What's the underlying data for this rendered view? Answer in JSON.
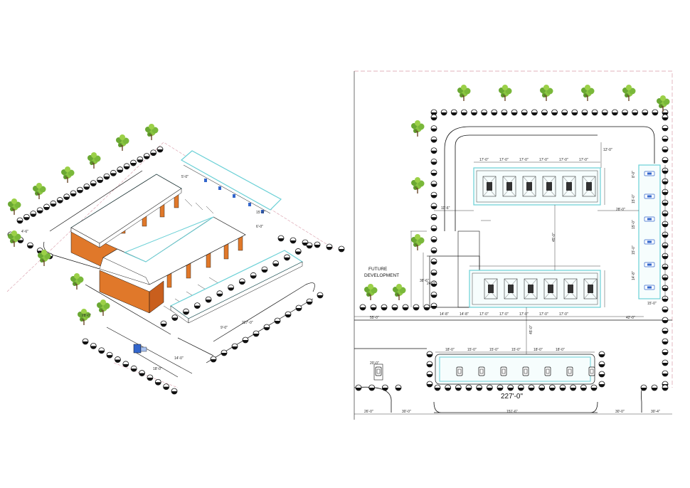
{
  "colors": {
    "outline": "#1a1a1a",
    "canopy": "#6ad0d6",
    "brick": "#e0782a",
    "tree": "#7ab83a",
    "property_line": "#d99aa8",
    "ev_blue": "#3366cc"
  },
  "isometric_view": {
    "dimensions": [
      "4'-6\"",
      "5'-0\"",
      "6'-0\"",
      "9'-0\"",
      "18'-0\"",
      "14'-0\"",
      "227'-0\"",
      "15'-0\"",
      "28'-0\""
    ]
  },
  "plan_view": {
    "future_development_label": "FUTURE\nDEVELOPMENT",
    "overall_dimension": "227'-0\"",
    "top_bay_dims": [
      "17'-0\"",
      "17'-0\"",
      "17'-0\"",
      "17'-0\"",
      "17'-0\"",
      "17'-0\""
    ],
    "bottom_bay_dims": [
      "14'-8\"",
      "14'-8\"",
      "17'-0\"",
      "17'-0\"",
      "17'-0\"",
      "17'-0\"",
      "17'-0\""
    ],
    "canopy_dims": [
      "18'-0\"",
      "15'-0\"",
      "15'-0\"",
      "15'-0\"",
      "18'-0\"",
      "18'-0\""
    ],
    "bottom_chain": [
      "26'-0\"",
      "30'-0\"",
      "151'-6\"",
      "30'-0\"",
      "30'-4\""
    ],
    "side_dims": [
      "8'-0\"",
      "15'-0\"",
      "15'-0\"",
      "15'-0\"",
      "14'-8\""
    ],
    "misc_dims": [
      "55'-0\"",
      "42'-0\"",
      "45'-0\"",
      "28'-0\"",
      "11'-6\"",
      "20'-0\"",
      "24'-0\"",
      "38'-6\"",
      "45'-0\"",
      "12'-0\"",
      "15'-0\""
    ]
  }
}
